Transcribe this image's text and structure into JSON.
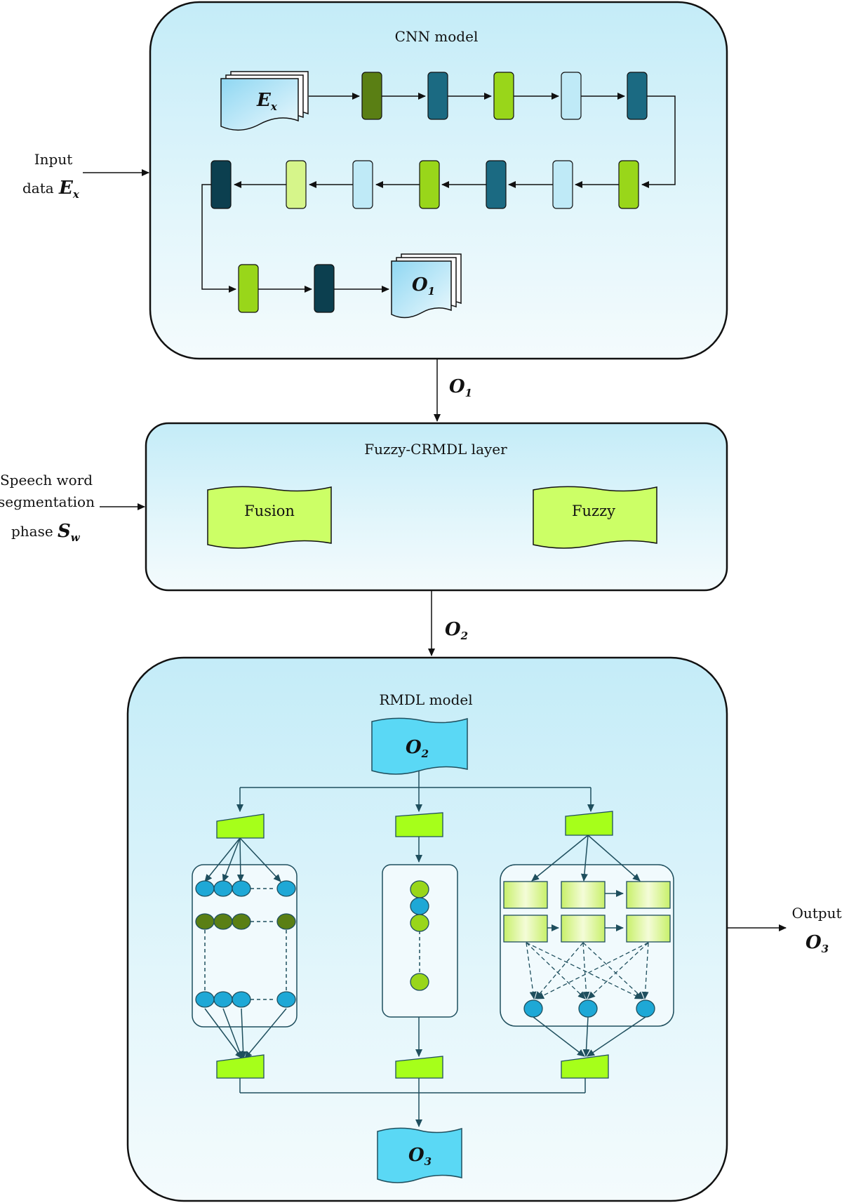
{
  "cnn": {
    "title": "CNN model",
    "input_symbol": "E",
    "input_sub": "x",
    "output_symbol": "O",
    "output_sub": "1"
  },
  "input": {
    "line1": "Input",
    "line2": "data",
    "symbol": "E",
    "sub": "x"
  },
  "o1": {
    "symbol": "O",
    "sub": "1"
  },
  "fuzzy": {
    "title": "Fuzzy-CRMDL layer",
    "fusion_label": "Fusion",
    "fuzzy_label": "Fuzzy"
  },
  "speech": {
    "line1": "Speech word",
    "line2": "segmentation",
    "line3": "phase",
    "symbol": "S",
    "sub": "w"
  },
  "o2": {
    "symbol": "O",
    "sub": "2"
  },
  "rmdl": {
    "title": "RMDL model",
    "input_symbol": "O",
    "input_sub": "2",
    "output_symbol": "O",
    "output_sub": "3"
  },
  "output": {
    "label": "Output",
    "symbol": "O",
    "sub": "3"
  },
  "colors": {
    "panel_top": "#c9eef8",
    "panel_bottom": "#ffffff",
    "dark_green": "#5a7f14",
    "dark_teal": "#1b6a82",
    "light_green": "#99d61a",
    "light_blue": "#bfeaf7",
    "darkest_teal": "#0c3f4f",
    "pale_green": "#d6f58a",
    "lime": "#a6ff1a",
    "cyan_node": "#1ea8d6",
    "olive_node": "#5a7f14",
    "yellow_green_doc": "#ccff66",
    "cyan_doc": "#5ad8f5"
  }
}
